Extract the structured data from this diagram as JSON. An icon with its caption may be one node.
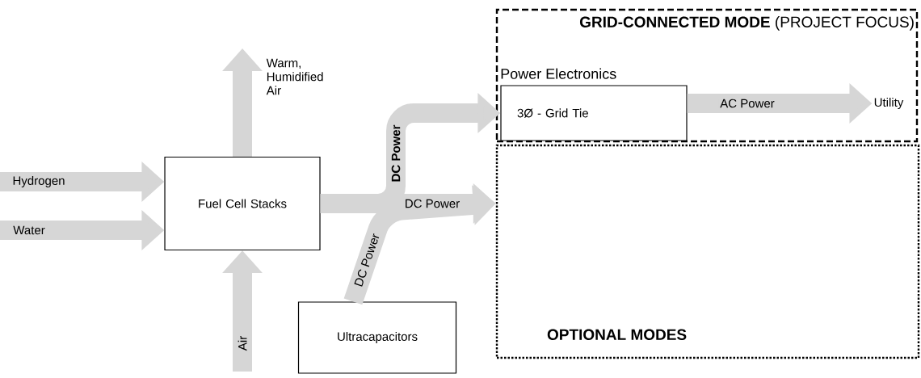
{
  "diagram": {
    "nodes": [
      {
        "text": [
          "**GRID-CONNECTED MODE** (PROJECT FOCUS)"
        ]
      },
      {
        "text": [
          "OPTIONAL MODES"
        ]
      },
      {
        "text": [
          "Fuel Cell Stacks"
        ]
      },
      {
        "text": [
          "Ultracapacitors"
        ]
      },
      {
        "text": [
          "Power Electronics",
          "3Ø - Grid Tie"
        ],
        "in": 0
      },
      {
        "text": [
          "Utility"
        ],
        "in": 0
      }
    ],
    "edges": [
      {
        "from": null,
        "to": 2,
        "arrow": "to",
        "label": "Hydrogen"
      },
      {
        "from": null,
        "to": 2,
        "arrow": "to",
        "label": "Water"
      },
      {
        "from": 2,
        "to": null,
        "arrow": "to",
        "label": "Warm, Humidified Air"
      },
      {
        "from": null,
        "to": 2,
        "arrow": "to",
        "label": "Air"
      },
      {
        "from": 2,
        "to": 1,
        "arrow": "to",
        "label": "DC Power"
      },
      {
        "from": 2,
        "to": 4,
        "arrow": "to",
        "label": "DC Power"
      },
      {
        "from": 3,
        "to": 1,
        "arrow": "to",
        "label": "DC Power"
      },
      {
        "from": 4,
        "to": 5,
        "arrow": "to",
        "label": "AC Power"
      }
    ]
  }
}
